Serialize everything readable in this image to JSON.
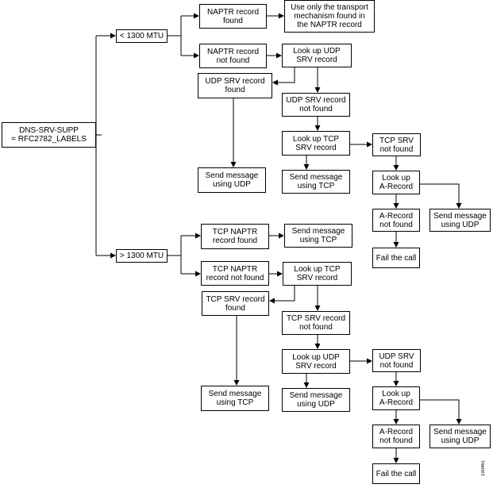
{
  "nodes": {
    "root": "DNS-SRV-SUPP\n= RFC2782_LABELS",
    "mtu_low": "< 1300 MTU",
    "mtu_high": "> 1300 MTU",
    "naptr_found": "NAPTR record\nfound",
    "use_transport": "Use only the transport\nmechanism found in\nthe NAPTR record",
    "naptr_not_found": "NAPTR record\nnot found",
    "lookup_udp_srv_1": "Look up UDP\nSRV record",
    "udp_srv_found_1": "UDP SRV record\nfound",
    "udp_srv_not_found_1": "UDP SRV record\nnot found",
    "lookup_tcp_srv_1": "Look up TCP\nSRV record",
    "tcp_srv_not_found_1": "TCP SRV\nnot found",
    "send_udp_1": "Send message\nusing UDP",
    "send_tcp_1": "Send message\nusing TCP",
    "lookup_a_1": "Look up\nA-Record",
    "a_not_found_1": "A-Record\nnot found",
    "send_udp_a_1": "Send message\nusing UDP",
    "fail_1": "Fail the call",
    "tcp_naptr_found": "TCP NAPTR\nrecord found",
    "send_tcp_naptr": "Send message\nusing TCP",
    "tcp_naptr_not_found": "TCP NAPTR\nrecord not found",
    "lookup_tcp_srv_2": "Look up TCP\nSRV record",
    "tcp_srv_found_2": "TCP SRV record\nfound",
    "tcp_srv_not_found_2": "TCP SRV record\nnot found",
    "lookup_udp_srv_2": "Look up UDP\nSRV record",
    "udp_srv_not_found_2": "UDP SRV\nnot found",
    "send_tcp_2": "Send message\nusing TCP",
    "send_udp_2": "Send message\nusing UDP",
    "lookup_a_2": "Look up\nA-Record",
    "a_not_found_2": "A-Record\nnot found",
    "send_udp_a_2": "Send message\nusing UDP",
    "fail_2": "Fail the call"
  },
  "figure_id": "190461"
}
